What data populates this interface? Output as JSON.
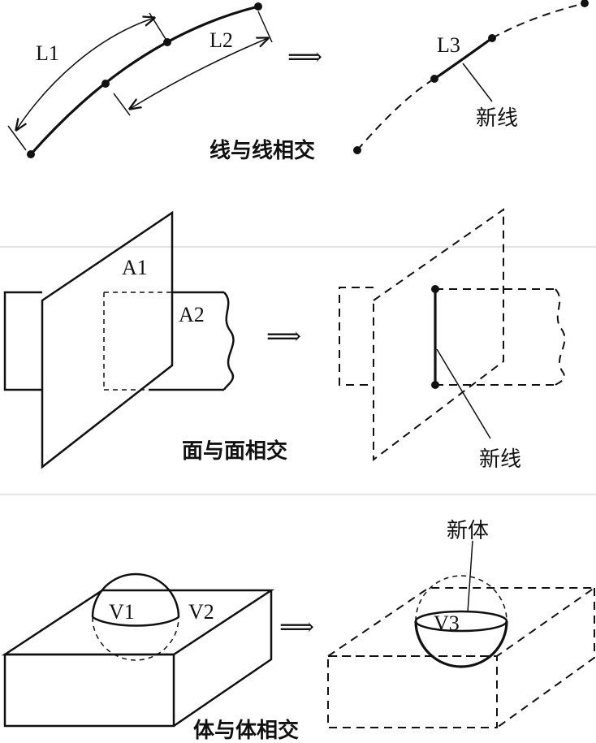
{
  "panel1": {
    "left_labels": {
      "l1": "L1",
      "l2": "L2"
    },
    "right_labels": {
      "l3": "L3",
      "new_line": "新线"
    },
    "arrow": "⟹",
    "caption": "线与线相交"
  },
  "panel2": {
    "left_labels": {
      "a1": "A1",
      "a2": "A2"
    },
    "right_labels": {
      "new_line": "新线"
    },
    "arrow": "⟹",
    "caption": "面与面相交"
  },
  "panel3": {
    "left_labels": {
      "v1": "V1",
      "v2": "V2"
    },
    "right_labels": {
      "v3": "V3",
      "new_body": "新体"
    },
    "arrow": "⟹",
    "caption": "体与体相交"
  }
}
